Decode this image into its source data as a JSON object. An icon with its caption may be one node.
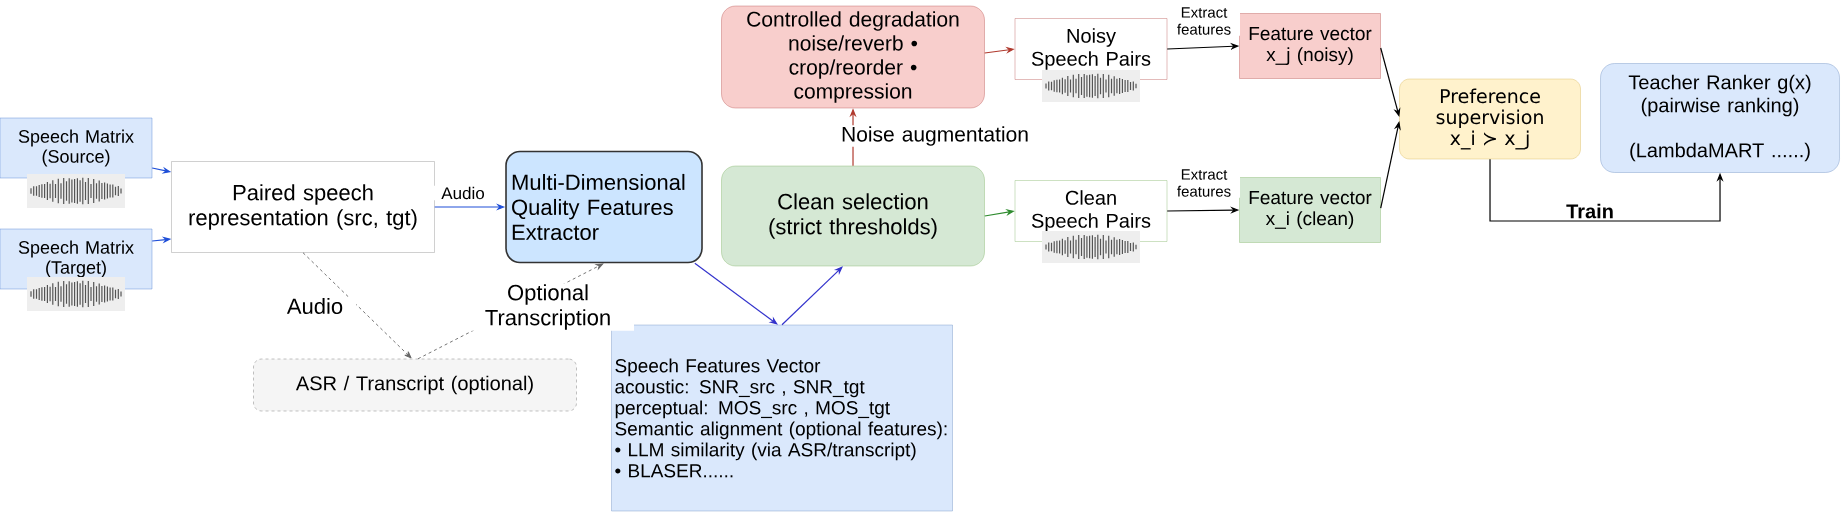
{
  "diagram": {
    "nodes": [
      {
        "text": [
          "Speech Matrix (Source)"
        ]
      },
      {
        "text": [
          "Speech Matrix (Target)"
        ]
      },
      {
        "text": [
          "Paired speech representation (src, tgt)"
        ]
      },
      {
        "text": [
          "Multi-Dimensional Quality Features Extractor"
        ]
      },
      {
        "text": [
          "Controlled degradation noise/reverb • crop/reorder • compression"
        ]
      },
      {
        "text": [
          "Clean selection (strict thresholds)"
        ]
      },
      {
        "text": [
          "Noisy Speech Pairs"
        ]
      },
      {
        "text": [
          "Clean Speech Pairs"
        ]
      },
      {
        "text": [
          "Feature vector x_j (noisy)"
        ]
      },
      {
        "text": [
          "Feature vector x_i  (clean)"
        ]
      },
      {
        "text": [
          "Preference supervision x_i ≻ x_j"
        ]
      },
      {
        "text": [
          "Teacher Ranker g(x) (pairwise ranking)",
          "(LambdaMART ......)"
        ]
      },
      {
        "text": [
          "ASR / Transcript (optional)"
        ]
      },
      {
        "text": [
          "Speech Features Vector",
          "acoustic: SNR_src , SNR_tgt",
          "perceptual: MOS_src , MOS_tgt",
          "Semantic alignment (optional features):",
          "• LLM similarity (via ASR/transcript)",
          "• BLASER......"
        ]
      }
    ],
    "edges": [
      {
        "from": 0,
        "to": 2,
        "arrow": "to",
        "color": "#1f4fd8"
      },
      {
        "from": 1,
        "to": 2,
        "arrow": "to",
        "color": "#1f4fd8"
      },
      {
        "from": 2,
        "to": 3,
        "arrow": "to",
        "label": "Audio",
        "color": "#1f4fd8"
      },
      {
        "from": 3,
        "to": 13,
        "arrow": "to",
        "color": "#3333cc"
      },
      {
        "from": 13,
        "to": 5,
        "arrow": "to",
        "color": "#3333cc"
      },
      {
        "from": 5,
        "to": 4,
        "arrow": "to",
        "label": "Noise augmentation",
        "color": "#b03a2e"
      },
      {
        "from": 4,
        "to": 6,
        "arrow": "to",
        "color": "#b03a2e"
      },
      {
        "from": 5,
        "to": 7,
        "arrow": "to",
        "color": "#2e8b2e"
      },
      {
        "from": 6,
        "to": 8,
        "arrow": "to",
        "label": "Extract features"
      },
      {
        "from": 7,
        "to": 9,
        "arrow": "to",
        "label": "Extract features"
      },
      {
        "from": 8,
        "to": 10,
        "arrow": "to"
      },
      {
        "from": 9,
        "to": 10,
        "arrow": "to"
      },
      {
        "from": 10,
        "to": 11,
        "arrow": "to",
        "label": "Train"
      },
      {
        "from": 2,
        "to": 12,
        "arrow": "to",
        "label": "Audio",
        "style": "dashed",
        "color": "#666666"
      },
      {
        "from": 12,
        "to": 3,
        "arrow": "to",
        "label": "Optional Transcription",
        "style": "dashed",
        "color": "#666666"
      }
    ]
  }
}
